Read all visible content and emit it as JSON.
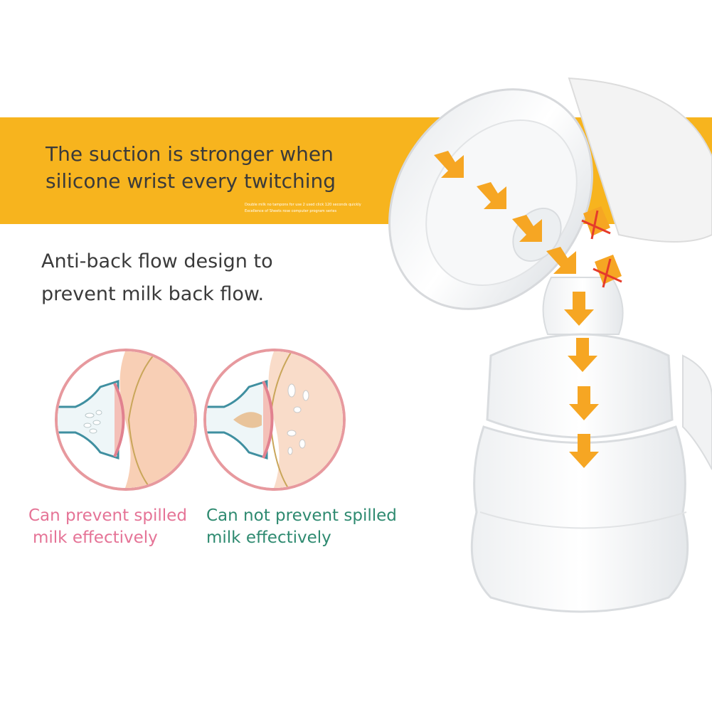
{
  "banner": {
    "line1": "The suction is stronger when",
    "line2": "silicone wrist every twitching",
    "fine_line1": "Double milk no tampons for use 2 used click 120 seconds quickly",
    "fine_line2": "Excellence of Sheets rose computer program series"
  },
  "headline": {
    "line1": "Anti-back flow design to",
    "line2": "prevent milk back flow."
  },
  "comparison": {
    "left": {
      "line1": "Can prevent spilled",
      "line2": "milk effectively",
      "color": "#e57396"
    },
    "right": {
      "line1": "Can not prevent spilled",
      "line2": "milk effectively",
      "color": "#2e8a70"
    }
  },
  "colors": {
    "banner": "#f7b41e",
    "arrow": "#f6a623",
    "cross": "#e53b2b",
    "circle_border": "#e7999e"
  },
  "icons": [
    "flow-arrow-icon",
    "blocked-flow-icon",
    "breast-pump-illustration"
  ]
}
